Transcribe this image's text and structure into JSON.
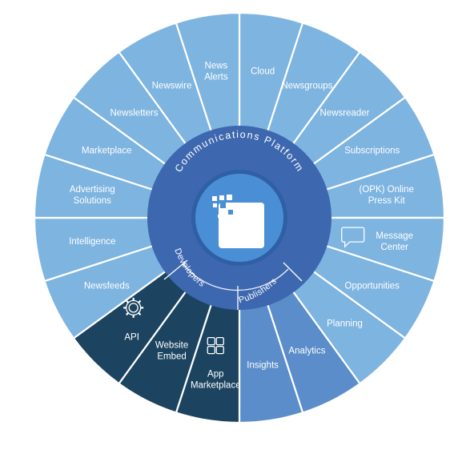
{
  "colors": {
    "light_blue": "#7EB4E0",
    "mid_blue": "#5A8DC9",
    "dark_navy": "#1C4460",
    "ring_blue": "#3D67AE",
    "hub_blue": "#2F5FA5",
    "core_blue": "#4A8FD6",
    "separator": "#ffffff"
  },
  "center": {
    "title": "Communications Platform",
    "icon": "logo-icon"
  },
  "groups": {
    "developers": "Developers",
    "publishers": "Publishers"
  },
  "segments": [
    {
      "id": "cloud",
      "lines": [
        "Cloud"
      ],
      "group": "light",
      "icon": ""
    },
    {
      "id": "newsgroups",
      "lines": [
        "Newsgroups"
      ],
      "group": "light",
      "icon": ""
    },
    {
      "id": "newsreader",
      "lines": [
        "Newsreader"
      ],
      "group": "light",
      "icon": ""
    },
    {
      "id": "subscriptions",
      "lines": [
        "Subscriptions"
      ],
      "group": "light",
      "icon": ""
    },
    {
      "id": "online-press-kit",
      "lines": [
        "(OPK) Online",
        "Press Kit"
      ],
      "group": "light",
      "icon": ""
    },
    {
      "id": "message-center",
      "lines": [
        "Message",
        "Center"
      ],
      "group": "light",
      "icon": "speech-bubble-icon"
    },
    {
      "id": "opportunities",
      "lines": [
        "Opportunities"
      ],
      "group": "light",
      "icon": ""
    },
    {
      "id": "planning",
      "lines": [
        "Planning"
      ],
      "group": "light",
      "icon": ""
    },
    {
      "id": "analytics",
      "lines": [
        "Analytics"
      ],
      "group": "publishers",
      "icon": ""
    },
    {
      "id": "insights",
      "lines": [
        "Insights"
      ],
      "group": "publishers",
      "icon": ""
    },
    {
      "id": "app-marketplace",
      "lines": [
        "App",
        "Marketplace"
      ],
      "group": "developers",
      "icon": "grid-icon"
    },
    {
      "id": "website-embed",
      "lines": [
        "Website",
        "Embed"
      ],
      "group": "developers",
      "icon": ""
    },
    {
      "id": "api",
      "lines": [
        "API"
      ],
      "group": "developers",
      "icon": "api-gear-icon"
    },
    {
      "id": "newsfeeds",
      "lines": [
        "Newsfeeds"
      ],
      "group": "light",
      "icon": ""
    },
    {
      "id": "intelligence",
      "lines": [
        "Intelligence"
      ],
      "group": "light",
      "icon": ""
    },
    {
      "id": "advertising-solutions",
      "lines": [
        "Advertising",
        "Solutions"
      ],
      "group": "light",
      "icon": ""
    },
    {
      "id": "marketplace",
      "lines": [
        "Marketplace"
      ],
      "group": "light",
      "icon": ""
    },
    {
      "id": "newsletters",
      "lines": [
        "Newsletters"
      ],
      "group": "light",
      "icon": ""
    },
    {
      "id": "newswire",
      "lines": [
        "Newswire"
      ],
      "group": "light",
      "icon": ""
    },
    {
      "id": "news-alerts",
      "lines": [
        "News",
        "Alerts"
      ],
      "group": "light",
      "icon": ""
    }
  ]
}
